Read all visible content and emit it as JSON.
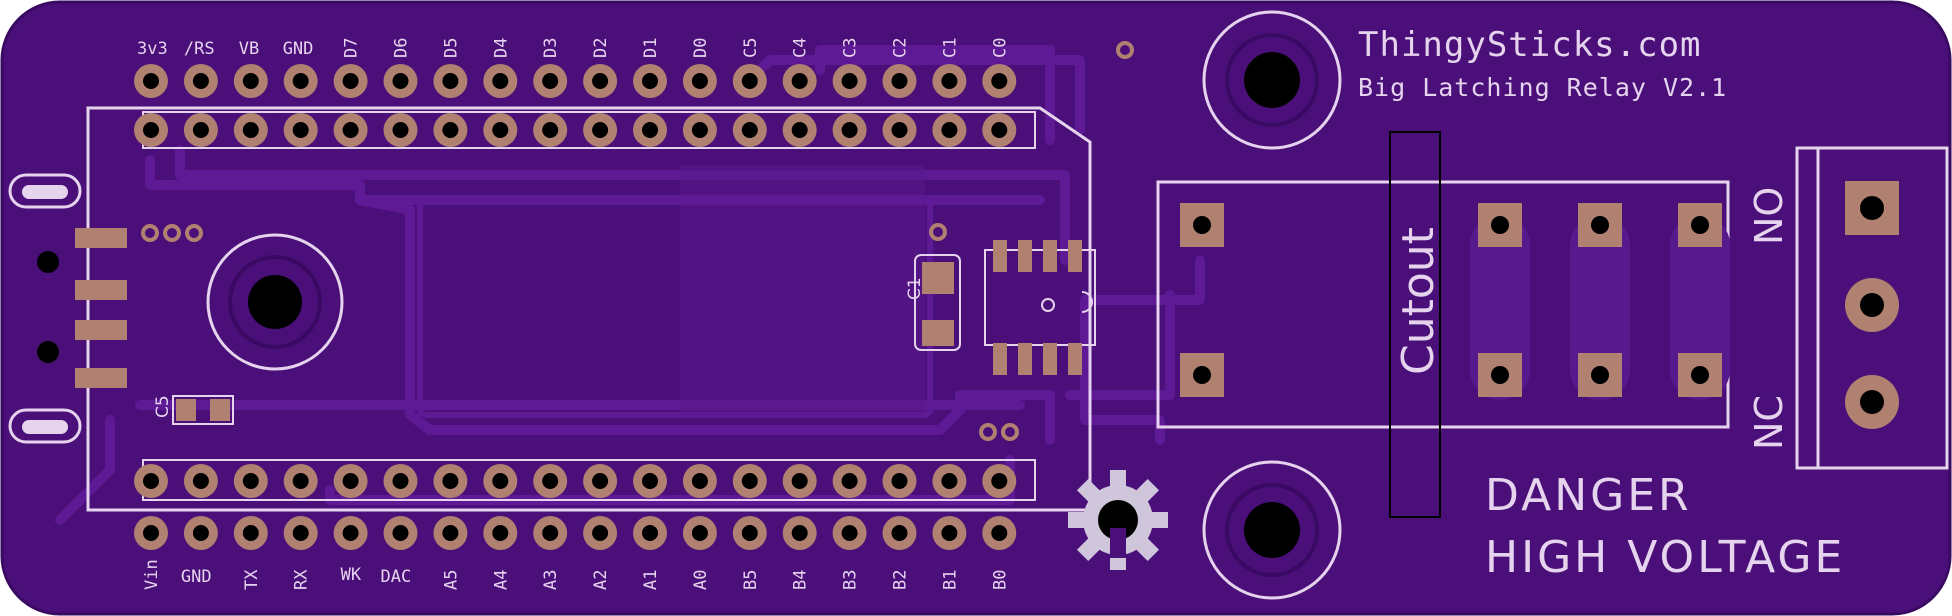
{
  "colors": {
    "board": "#4a0f79",
    "board_edge": "#3a0a63",
    "copper_pour": "#56168a",
    "trace": "#5e1a95",
    "module_zone": "#5a1a8c",
    "silkscreen": "#e6d3ee",
    "pad_copper": "#b08070",
    "drill": "#000000"
  },
  "board": {
    "title": "ThingySticks.com",
    "subtitle": "Big Latching Relay V2.1",
    "warning_line1": "DANGER",
    "warning_line2": "HIGH VOLTAGE",
    "cutout_label": "Cutout",
    "terminal_no": "NO",
    "terminal_nc": "NC",
    "c1_label": "C1",
    "c5_label": "C5"
  },
  "top_header_labels": [
    "3v3",
    "/RS",
    "VB",
    "GND",
    "D7",
    "D6",
    "D5",
    "D4",
    "D3",
    "D2",
    "D1",
    "D0",
    "C5",
    "C4",
    "C3",
    "C2",
    "C1",
    "C0"
  ],
  "bottom_header_labels": [
    "Vin",
    "GND",
    "TX",
    "RX",
    "WK",
    "DAC",
    "A5",
    "A4",
    "A3",
    "A2",
    "A1",
    "A0",
    "B5",
    "B4",
    "B3",
    "B2",
    "B1",
    "B0"
  ],
  "icons": {
    "mounting_hole": "mounting-hole-icon",
    "oshw_logo": "open-hardware-gear-icon"
  }
}
